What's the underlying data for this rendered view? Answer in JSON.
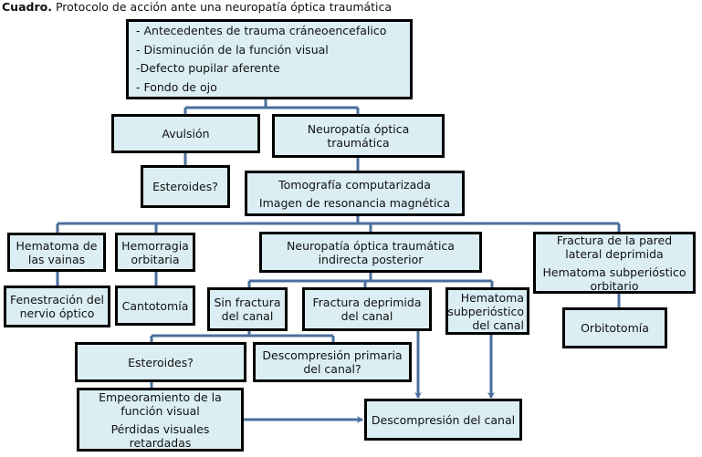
{
  "title": {
    "bold": "Cuadro.",
    "text": " Protocolo de acción ante una neuropatía óptica traumática"
  },
  "nodes": {
    "root": [
      "- Antecedentes de trauma cráneoencefalico",
      "- Disminución  de la función visual",
      "-Defecto pupilar  aferente",
      "- Fondo de ojo"
    ],
    "avulsion": [
      "Avulsión"
    ],
    "esteroides_1": [
      "Esteroides?"
    ],
    "neuropatia": [
      "Neuropatía óptica",
      "traumática"
    ],
    "imagen": [
      "Tomografía computarizada",
      "Imagen de resonancia magnética"
    ],
    "hematoma_vainas": [
      "Hematoma de",
      "las vainas"
    ],
    "fenestracion": [
      "Fenestración del",
      "nervio óptico"
    ],
    "hemorragia": [
      "Hemorragia",
      "orbitaria"
    ],
    "cantotomia": [
      "Cantotomía"
    ],
    "indirecta": [
      "Neuropatía óptica traumática",
      "indirecta posterior"
    ],
    "sin_fractura": [
      "Sin fractura",
      "del canal"
    ],
    "fractura_deprimida": [
      "Fractura deprimida",
      "del canal"
    ],
    "hematoma_canal": [
      "Hematoma",
      "subperióstico",
      "del canal"
    ],
    "esteroides_2": [
      "Esteroides?"
    ],
    "descompresion_primaria": [
      "Descompresión primaria",
      "del canal?"
    ],
    "empeoramiento": [
      "Empeoramiento de la",
      "función visual"
    ],
    "perdidas": [
      "Pérdidas visuales",
      "retardadas"
    ],
    "descompresion": [
      "Descompresión del canal"
    ],
    "fractura_pared": [
      "Fractura de la pared",
      "lateral deprimida"
    ],
    "hematoma_orbitario": [
      "Hematoma subperióstico",
      "orbitario"
    ],
    "orbitotomia": [
      "Orbitotomía"
    ]
  },
  "colors": {
    "box_fill": "#dbeef4",
    "box_border": "#000000",
    "connector": "#4a6f9c"
  }
}
